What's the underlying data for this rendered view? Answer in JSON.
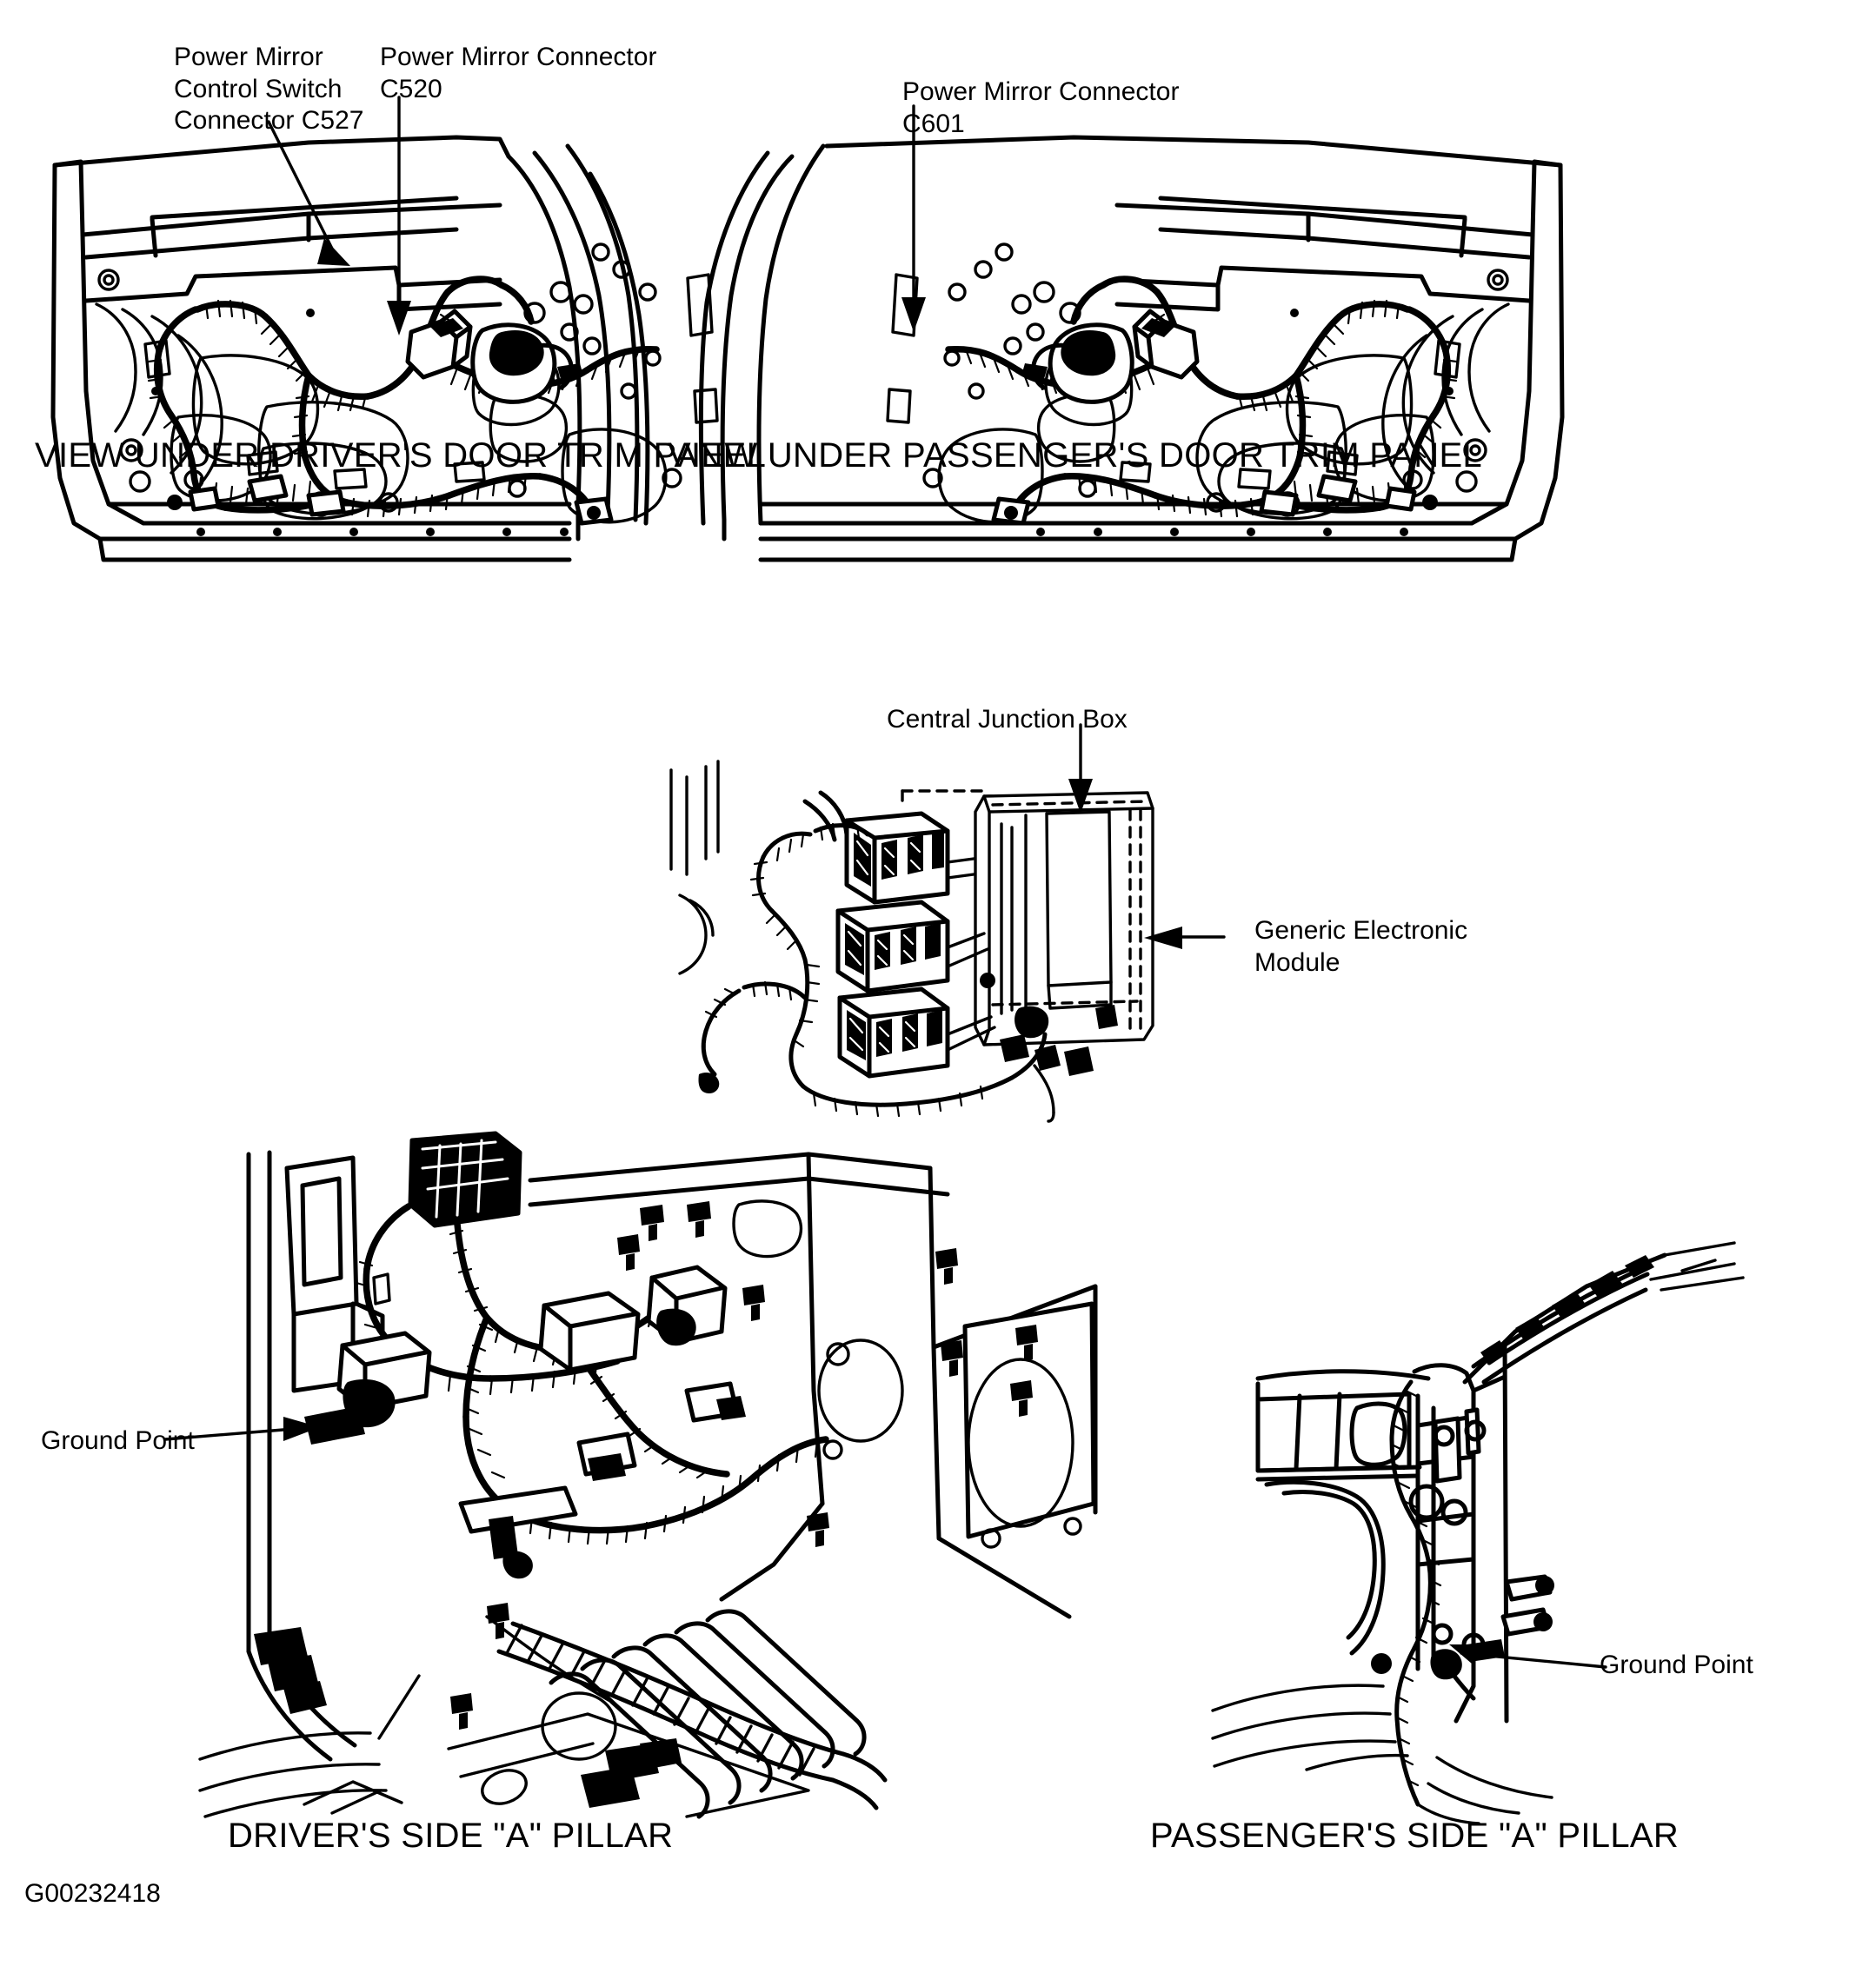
{
  "document": {
    "type": "automotive-wiring-location-diagram",
    "image_code": "G00232418",
    "background_color": "#ffffff",
    "line_color": "#000000"
  },
  "figures": [
    {
      "id": "driver-door",
      "caption": "VIEW UNDER DRIVER'S DOOR TRIM PANEL",
      "labels": [
        {
          "id": "c527",
          "text": "Power Mirror\nControl Switch\nConnector C527",
          "leader": "arrow-down-right"
        },
        {
          "id": "c520",
          "text": "Power Mirror Connector\nC520",
          "leader": "arrow-down"
        }
      ]
    },
    {
      "id": "passenger-door",
      "caption": "VIEW UNDER PASSENGER'S DOOR TRIM PANEL",
      "labels": [
        {
          "id": "c601",
          "text": "Power Mirror Connector\nC601",
          "leader": "arrow-down"
        }
      ]
    },
    {
      "id": "central-junction-box",
      "caption": "",
      "labels": [
        {
          "id": "cjb",
          "text": "Central Junction Box",
          "leader": "arrow-down"
        },
        {
          "id": "gem",
          "text": "Generic Electronic\nModule",
          "leader": "arrow-left"
        }
      ]
    },
    {
      "id": "driver-a-pillar",
      "caption": "DRIVER'S SIDE \"A\" PILLAR",
      "labels": [
        {
          "id": "ground-driver",
          "text": "Ground Point",
          "leader": "arrow-right"
        }
      ]
    },
    {
      "id": "passenger-a-pillar",
      "caption": "PASSENGER'S SIDE \"A\" PILLAR",
      "labels": [
        {
          "id": "ground-passenger",
          "text": "Ground Point",
          "leader": "line-left"
        }
      ]
    }
  ],
  "text": {
    "label_c527": "Power Mirror\nControl Switch\nConnector C527",
    "label_c520": "Power Mirror Connector\nC520",
    "label_c601": "Power Mirror Connector\nC601",
    "label_cjb": "Central Junction Box",
    "label_gem": "Generic Electronic\nModule",
    "label_ground_driver": "Ground Point",
    "label_ground_passenger": "Ground Point",
    "caption_driver_door": "VIEW UNDER DRIVER'S DOOR TRIM PANEL",
    "caption_passenger_door": "VIEW UNDER PASSENGER'S DOOR TRIM PANEL",
    "caption_driver_pillar": "DRIVER'S SIDE \"A\" PILLAR",
    "caption_passenger_pillar": "PASSENGER'S SIDE \"A\" PILLAR",
    "image_code": "G00232418"
  }
}
